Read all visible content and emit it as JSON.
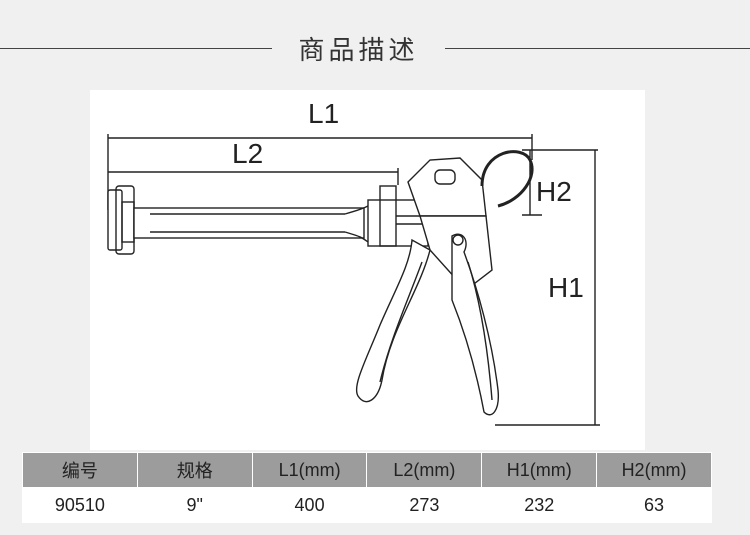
{
  "header": {
    "title": "商品描述"
  },
  "diagram": {
    "labels": {
      "l1": "L1",
      "l2": "L2",
      "h1": "H1",
      "h2": "H2"
    }
  },
  "spec_table": {
    "headers": [
      "编号",
      "规格",
      "L1(mm)",
      "L2(mm)",
      "H1(mm)",
      "H2(mm)"
    ],
    "rows": [
      [
        "90510",
        "9\"",
        "400",
        "273",
        "232",
        "63"
      ]
    ]
  }
}
